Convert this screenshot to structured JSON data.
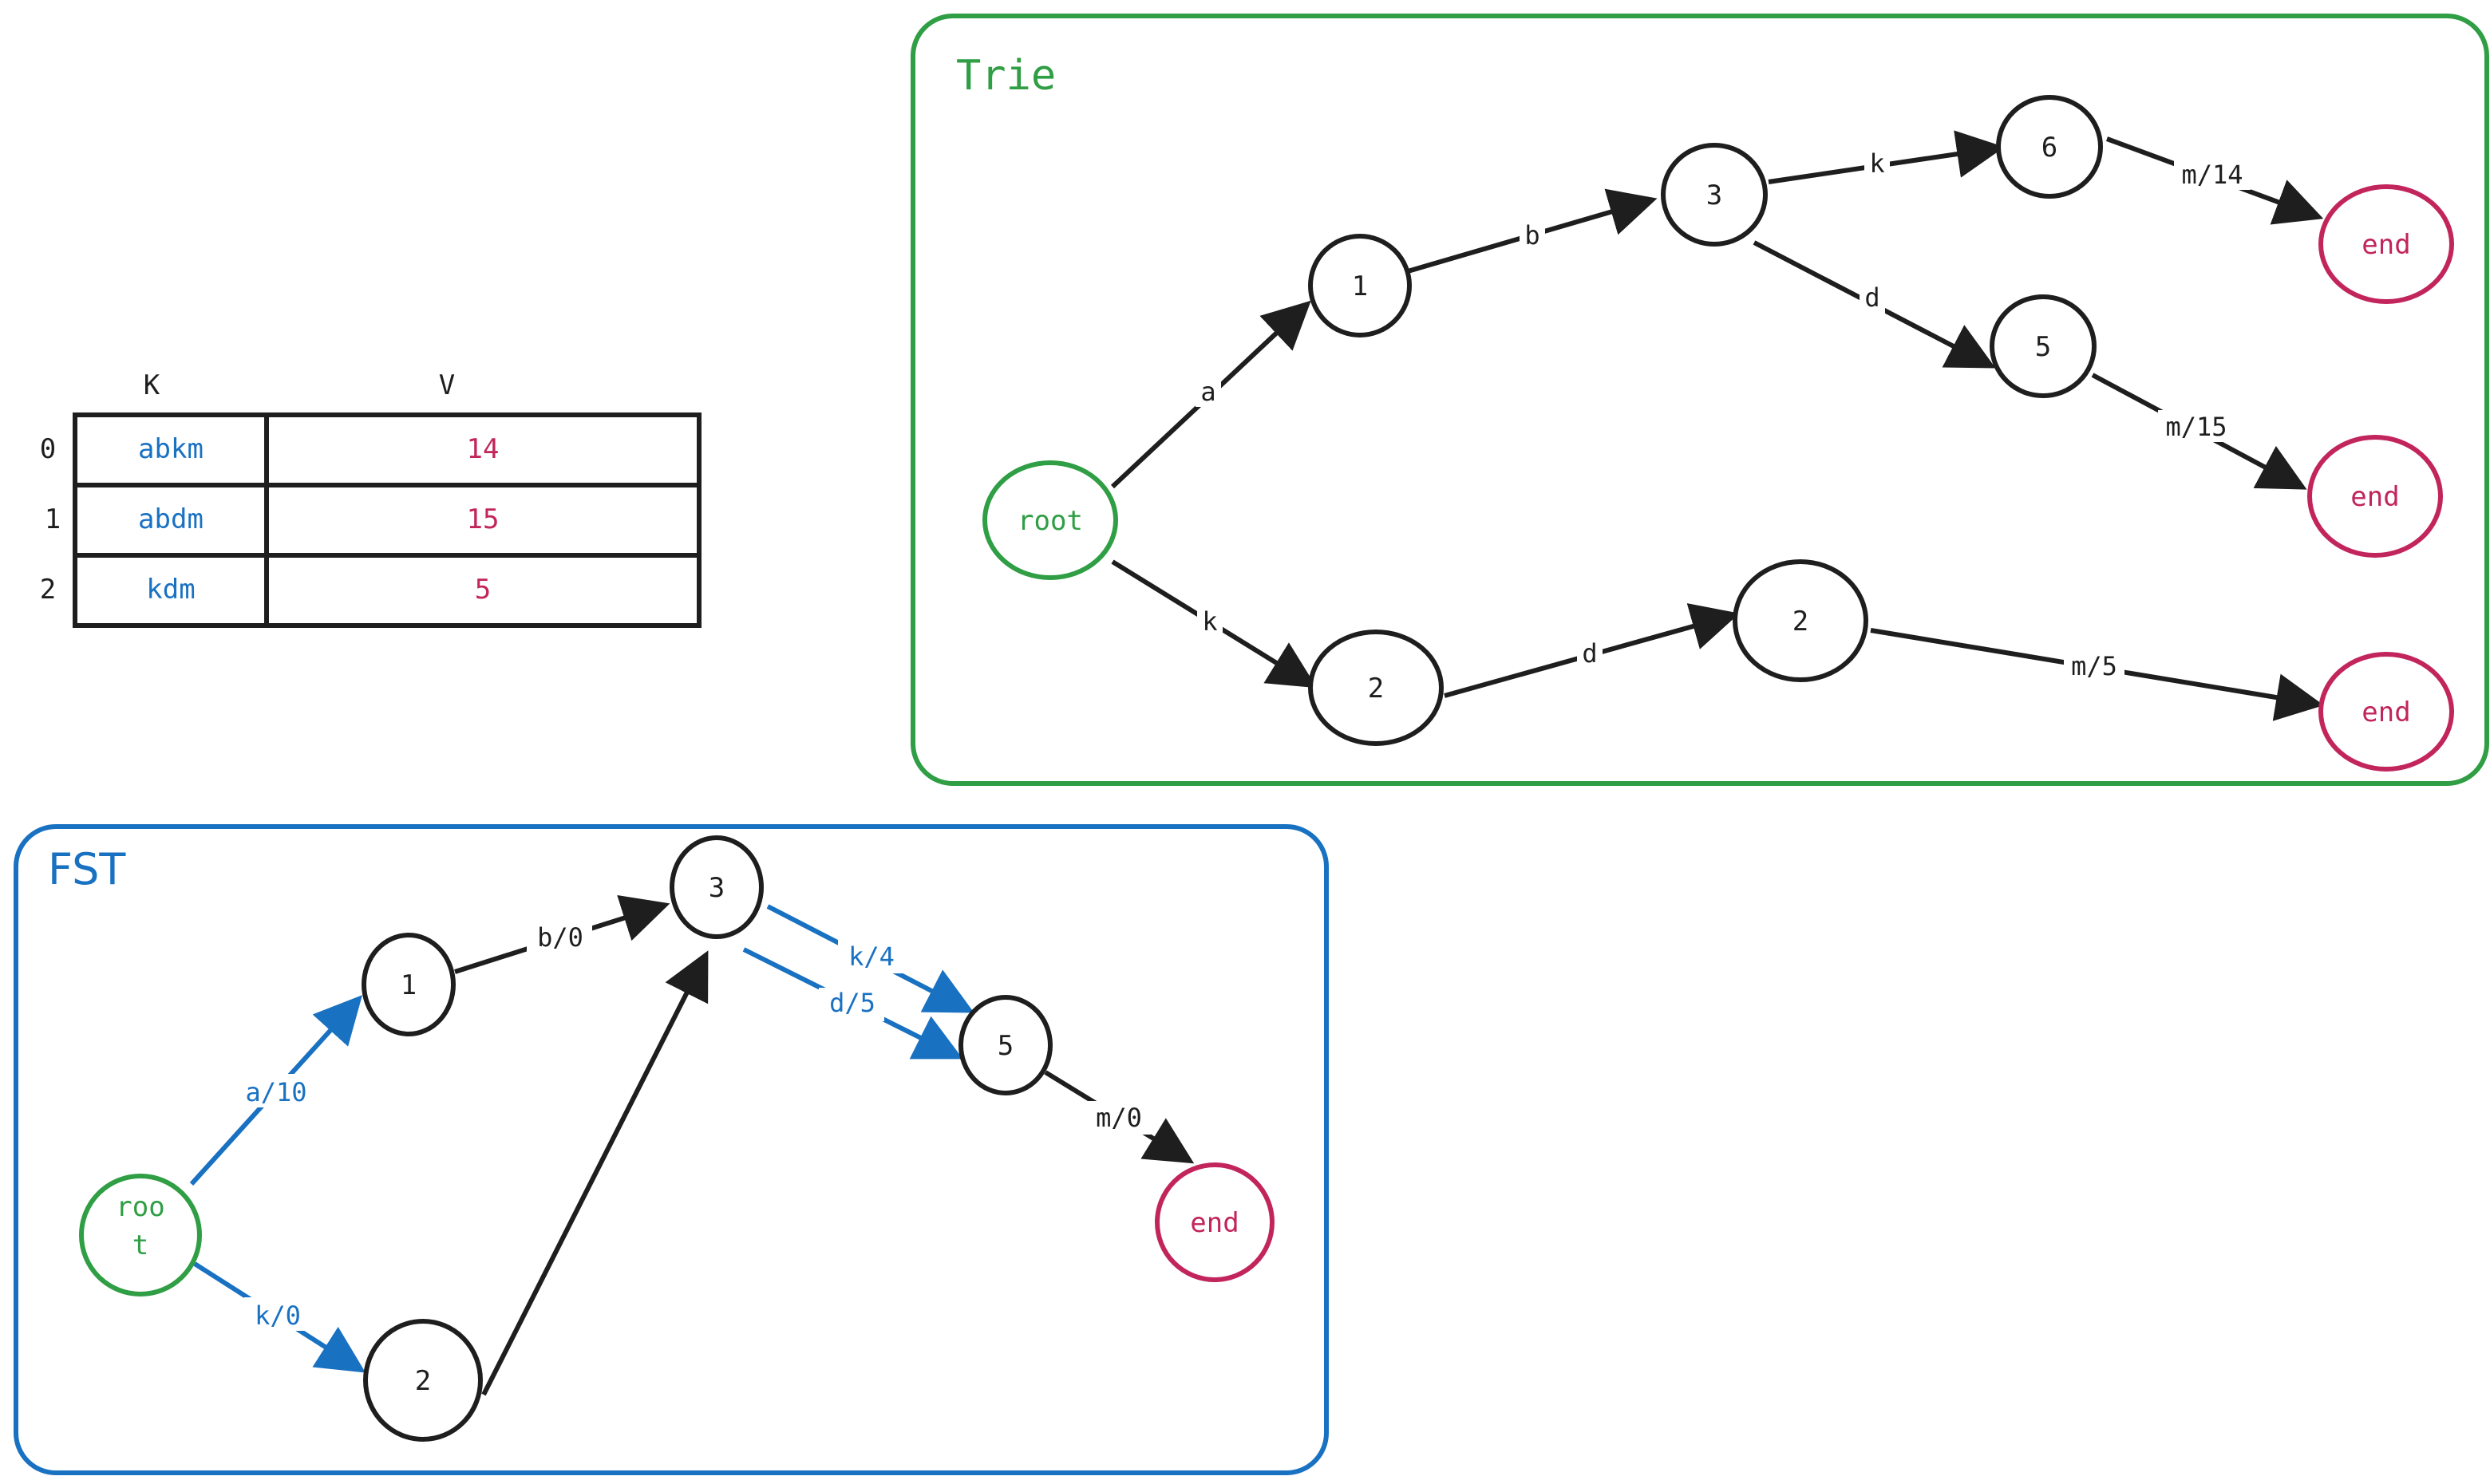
{
  "colors": {
    "green": "#2f9e44",
    "blue": "#1971c2",
    "pink": "#c2255c",
    "black": "#1e1e1e"
  },
  "table": {
    "header_k": "K",
    "header_v": "V",
    "rows": [
      {
        "index": "0",
        "key": "abkm",
        "value": "14"
      },
      {
        "index": "1",
        "key": "abdm",
        "value": "15"
      },
      {
        "index": "2",
        "key": "kdm",
        "value": "5"
      }
    ]
  },
  "trie": {
    "title": "Trie",
    "nodes": {
      "root": "root",
      "n1": "1",
      "n3": "3",
      "n6": "6",
      "n5": "5",
      "n2a": "2",
      "n2b": "2",
      "end1": "end",
      "end2": "end",
      "end3": "end"
    },
    "edges": {
      "root_1": "a",
      "one_3": "b",
      "three_6": "k",
      "three_5": "d",
      "six_end": "m/14",
      "five_end": "m/15",
      "root_2": "k",
      "two_2": "d",
      "two_end": "m/5"
    }
  },
  "fst": {
    "title": "FST",
    "nodes": {
      "root_line1": "roo",
      "root_line2": "t",
      "n1": "1",
      "n2": "2",
      "n3": "3",
      "n5": "5",
      "end": "end"
    },
    "edges": {
      "root_1": "a/10",
      "root_2": "k/0",
      "one_3": "b/0",
      "three_5_k": "k/4",
      "three_5_d": "d/5",
      "five_end": "m/0"
    }
  }
}
